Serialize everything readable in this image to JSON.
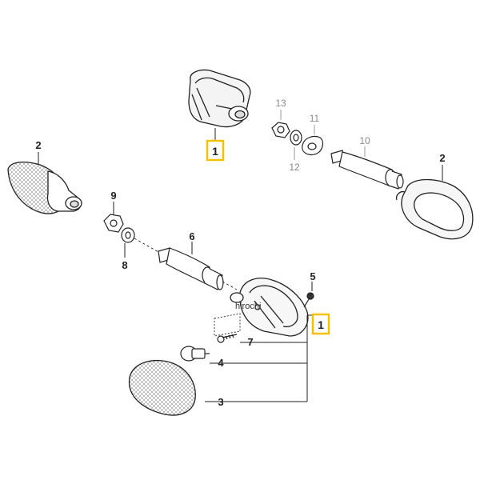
{
  "watermark": "hirochi",
  "colors": {
    "highlight": "#f2c200",
    "ink": "#222222",
    "faded": "#8a8a8a"
  },
  "callouts": [
    {
      "id": "c1-top",
      "label": "1",
      "highlight": true
    },
    {
      "id": "c1-bottom",
      "label": "1",
      "highlight": true
    },
    {
      "id": "c2-left",
      "label": "2"
    },
    {
      "id": "c2-right",
      "label": "2"
    },
    {
      "id": "c3",
      "label": "3"
    },
    {
      "id": "c4",
      "label": "4"
    },
    {
      "id": "c5",
      "label": "5"
    },
    {
      "id": "c6",
      "label": "6"
    },
    {
      "id": "c7",
      "label": "7"
    },
    {
      "id": "c8",
      "label": "8"
    },
    {
      "id": "c9",
      "label": "9"
    },
    {
      "id": "c10",
      "label": "10",
      "faded": true
    },
    {
      "id": "c11",
      "label": "11",
      "faded": true
    },
    {
      "id": "c12",
      "label": "12",
      "faded": true
    },
    {
      "id": "c13",
      "label": "13",
      "faded": true
    }
  ]
}
